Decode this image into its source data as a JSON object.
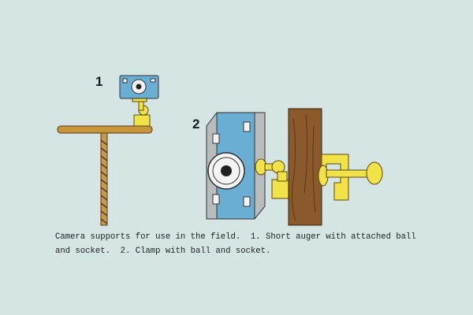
{
  "figure_labels": {
    "one": "1",
    "two": "2"
  },
  "caption": {
    "line1": "Camera supports for use in the field.  1. Short auger with attached ball",
    "line2": "and socket.  2. Clamp with ball and socket."
  },
  "colors": {
    "background": "#d5e5e3",
    "camera_blue": "#6aaed4",
    "wood": "#8a5a2c",
    "clamp_yellow": "#f2e24a",
    "plank": "#c8963a"
  }
}
